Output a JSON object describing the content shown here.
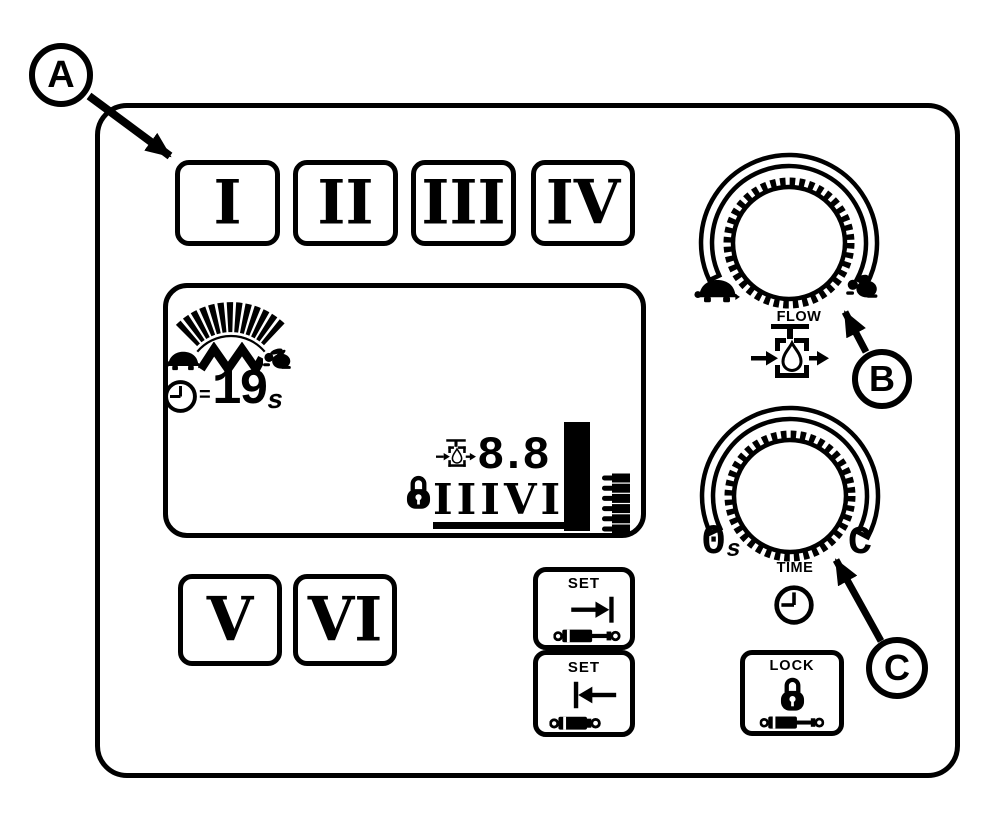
{
  "callouts": {
    "a": "A",
    "b": "B",
    "c": "C"
  },
  "valve_buttons": {
    "row1": [
      "I",
      "II",
      "III",
      "IV"
    ],
    "row2": [
      "V",
      "VI"
    ]
  },
  "display": {
    "rate_gauge": {
      "segments": 13,
      "min_icon": "turtle-icon",
      "mode_icon": "wave-icon",
      "max_icon": "rabbit-icon"
    },
    "timer": {
      "icon": "clock-icon",
      "equals": "=",
      "value": "19",
      "unit": "s"
    },
    "flow_readout": {
      "icon": "flow-valve-icon",
      "value": "8.8"
    },
    "valve_lock": {
      "icon": "padlock-icon",
      "value": "IIIVI"
    },
    "level_bar": {
      "segments": 11
    }
  },
  "flow_knob": {
    "label": "FLOW",
    "min_icon": "turtle-icon",
    "max_icon": "rabbit-icon",
    "symbol_icon": "flow-valve-icon"
  },
  "time_knob": {
    "label": "TIME",
    "min_value": "0",
    "min_unit": "s",
    "max_value": "C",
    "symbol_icon": "clock-icon"
  },
  "set_buttons": {
    "extend": {
      "label": "SET",
      "icon": "arrow-to-bar-right-icon",
      "cylinder_icon": "cylinder-extended-icon"
    },
    "retract": {
      "label": "SET",
      "icon": "arrow-to-bar-left-icon",
      "cylinder_icon": "cylinder-retracted-icon"
    }
  },
  "lock_button": {
    "label": "LOCK",
    "icon": "padlock-icon",
    "cylinder_icon": "cylinder-extended-icon"
  },
  "colors": {
    "ink": "#000000",
    "background": "#ffffff"
  }
}
